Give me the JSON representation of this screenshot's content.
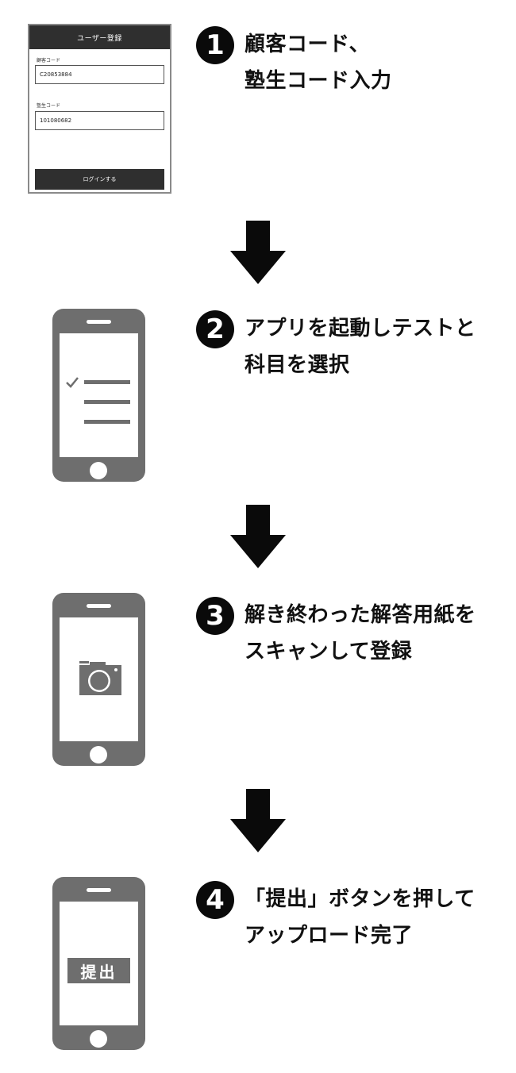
{
  "login": {
    "title": "ユーザー登録",
    "customer_code_label": "顧客コード",
    "customer_code_value": "C20853884",
    "school_code_label": "塾生コード",
    "school_code_value": "101080682",
    "login_button": "ログインする"
  },
  "steps": [
    {
      "number": "1",
      "line1": "顧客コード、",
      "line2": "塾生コード入力"
    },
    {
      "number": "2",
      "line1": "アプリを起動しテストと",
      "line2": "科目を選択"
    },
    {
      "number": "3",
      "line1": "解き終わった解答用紙を",
      "line2": "スキャンして登録"
    },
    {
      "number": "4",
      "line1": "「提出」ボタンを押して",
      "line2": "アップロード完了"
    }
  ],
  "phone4": {
    "submit_label": "提出"
  },
  "icons": {
    "checklist": "checklist-icon",
    "camera": "camera-icon",
    "arrow": "arrow-down-icon"
  },
  "colors": {
    "dark": "#2f2f2f",
    "phone": "#6e6e6e",
    "black": "#0a0a0a"
  }
}
